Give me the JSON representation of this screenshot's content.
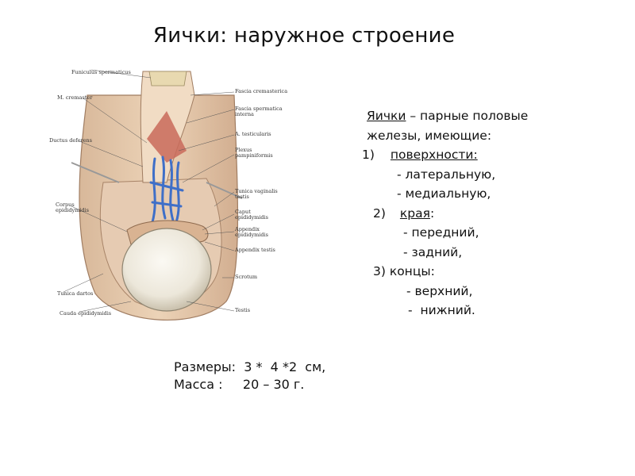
{
  "title": "Яички: наружное строение",
  "figure_labels": {
    "funiculus": "Funiculus spermaticus",
    "cremaster": "M. cremaster",
    "fascia_crem": "Fascia cremasterica",
    "fascia_sperm": "Fascia spermatica",
    "fascia_sperm_2": "interna",
    "a_test": "A. testicularis",
    "ductus": "Ductus deferens",
    "plexus": "Plexus",
    "plexus_2": "pampiniformis",
    "tunica_vag": "Tunica vaginalis",
    "tunica_vag_2": "testis",
    "corpus": "Corpus",
    "corpus_2": "epididymidis",
    "caput": "Caput",
    "caput_2": "epididymidis",
    "appendix_epi": "Appendix",
    "appendix_epi_2": "epididymidis",
    "appendix_test": "Appendix testis",
    "scrotum": "Scrotum",
    "tunica_dartos": "Tunica dartos",
    "cauda": "Cauda epididymidis",
    "testis": "Testis"
  },
  "description": {
    "term": "Яички",
    "line1_rest": " – парные половые",
    "line2": "железы, имеющие:",
    "item1_num": "1)",
    "item1_label": "поверхности:",
    "item1_a": "- латеральную,",
    "item1_b": "- медиальную,",
    "item2_num": "2)",
    "item2_label": "края",
    "item2_colon": ":",
    "item2_a": "- передний,",
    "item2_b": "- задний,",
    "item3": "3) концы:",
    "item3_a": "- верхний,",
    "item3_b": "-  нижний."
  },
  "meta": {
    "size_label": "Размеры:",
    "size_value": "3 *  4 *2  см,",
    "mass_label": "Масса :",
    "mass_value": "20 – 30 г."
  }
}
